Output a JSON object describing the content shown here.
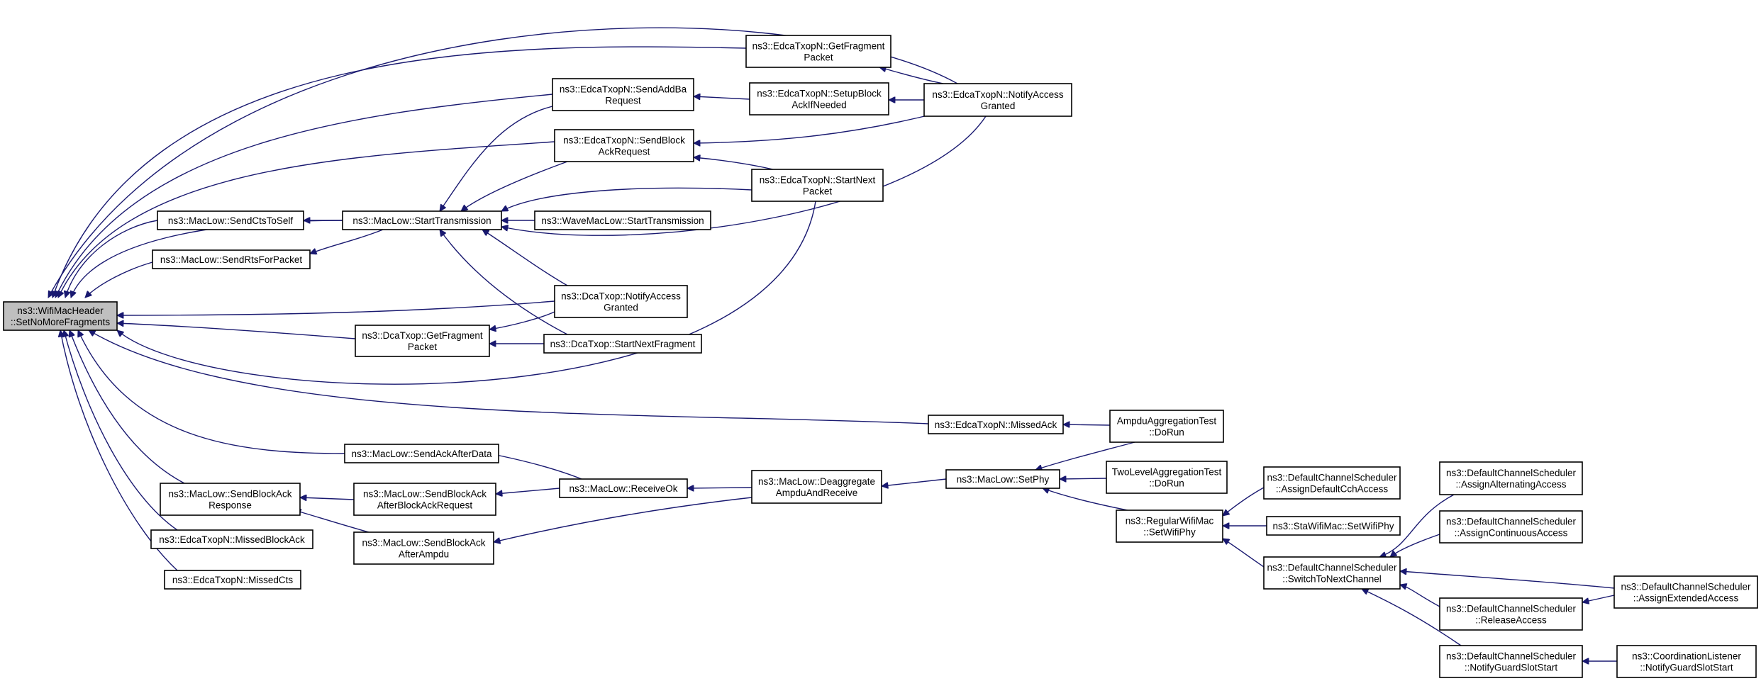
{
  "graph": {
    "kind": "doxygen caller graph",
    "root": "n0",
    "edge_color": "#191970",
    "root_fill": "#bfbfbf",
    "nodes": {
      "n0": [
        "ns3::WifiMacHeader",
        "::SetNoMoreFragments"
      ],
      "n1": [
        "ns3::MacLow::SendCtsToSelf"
      ],
      "n2": [
        "ns3::MacLow::SendRtsForPacket"
      ],
      "n3": [
        "ns3::MacLow::StartTransmission"
      ],
      "n4": [
        "ns3::EdcaTxopN::SendAddBa",
        "Request"
      ],
      "n5": [
        "ns3::EdcaTxopN::SendBlock",
        "AckRequest"
      ],
      "n6": [
        "ns3::EdcaTxopN::GetFragment",
        "Packet"
      ],
      "n7": [
        "ns3::EdcaTxopN::SetupBlock",
        "AckIfNeeded"
      ],
      "n8": [
        "ns3::EdcaTxopN::NotifyAccess",
        "Granted"
      ],
      "n9": [
        "ns3::EdcaTxopN::StartNext",
        "Packet"
      ],
      "n10": [
        "ns3::WaveMacLow::StartTransmission"
      ],
      "n11": [
        "ns3::DcaTxop::NotifyAccess",
        "Granted"
      ],
      "n12": [
        "ns3::DcaTxop::GetFragment",
        "Packet"
      ],
      "n13": [
        "ns3::DcaTxop::StartNextFragment"
      ],
      "n14": [
        "ns3::EdcaTxopN::MissedAck"
      ],
      "n15": [
        "AmpduAggregationTest",
        "::DoRun"
      ],
      "n16": [
        "ns3::MacLow::SendAckAfterData"
      ],
      "n17": [
        "ns3::MacLow::SendBlockAck",
        "Response"
      ],
      "n18": [
        "ns3::MacLow::SendBlockAck",
        "AfterBlockAckRequest"
      ],
      "n19": [
        "ns3::MacLow::SendBlockAck",
        "AfterAmpdu"
      ],
      "n20": [
        "ns3::EdcaTxopN::MissedBlockAck"
      ],
      "n21": [
        "ns3::EdcaTxopN::MissedCts"
      ],
      "n22": [
        "ns3::MacLow::ReceiveOk"
      ],
      "n23": [
        "ns3::MacLow::Deaggregate",
        "AmpduAndReceive"
      ],
      "n24": [
        "ns3::MacLow::SetPhy"
      ],
      "n25": [
        "TwoLevelAggregationTest",
        "::DoRun"
      ],
      "n26": [
        "ns3::RegularWifiMac",
        "::SetWifiPhy"
      ],
      "n27": [
        "ns3::DefaultChannelScheduler",
        "::AssignDefaultCchAccess"
      ],
      "n28": [
        "ns3::StaWifiMac::SetWifiPhy"
      ],
      "n29": [
        "ns3::DefaultChannelScheduler",
        "::SwitchToNextChannel"
      ],
      "n30": [
        "ns3::DefaultChannelScheduler",
        "::AssignAlternatingAccess"
      ],
      "n31": [
        "ns3::DefaultChannelScheduler",
        "::AssignContinuousAccess"
      ],
      "n32": [
        "ns3::DefaultChannelScheduler",
        "::ReleaseAccess"
      ],
      "n33": [
        "ns3::DefaultChannelScheduler",
        "::NotifyGuardSlotStart"
      ],
      "n34": [
        "ns3::DefaultChannelScheduler",
        "::AssignExtendedAccess"
      ],
      "n35": [
        "ns3::CoordinationListener",
        "::NotifyGuardSlotStart"
      ]
    },
    "edges": [
      [
        "n1",
        "n0"
      ],
      [
        "n2",
        "n0"
      ],
      [
        "n4",
        "n0"
      ],
      [
        "n5",
        "n0"
      ],
      [
        "n6",
        "n0"
      ],
      [
        "n8",
        "n0"
      ],
      [
        "n9",
        "n0"
      ],
      [
        "n11",
        "n0"
      ],
      [
        "n12",
        "n0"
      ],
      [
        "n14",
        "n0"
      ],
      [
        "n16",
        "n0"
      ],
      [
        "n17",
        "n0"
      ],
      [
        "n20",
        "n0"
      ],
      [
        "n21",
        "n0"
      ],
      [
        "n3",
        "n0"
      ],
      [
        "n3",
        "n1"
      ],
      [
        "n3",
        "n2"
      ],
      [
        "n4",
        "n3"
      ],
      [
        "n5",
        "n3"
      ],
      [
        "n9",
        "n3"
      ],
      [
        "n10",
        "n3"
      ],
      [
        "n11",
        "n3"
      ],
      [
        "n13",
        "n3"
      ],
      [
        "n8",
        "n3"
      ],
      [
        "n7",
        "n4"
      ],
      [
        "n8",
        "n5"
      ],
      [
        "n9",
        "n5"
      ],
      [
        "n8",
        "n6"
      ],
      [
        "n8",
        "n7"
      ],
      [
        "n11",
        "n12"
      ],
      [
        "n13",
        "n12"
      ],
      [
        "n15",
        "n14"
      ],
      [
        "n22",
        "n16"
      ],
      [
        "n18",
        "n17"
      ],
      [
        "n19",
        "n17"
      ],
      [
        "n22",
        "n18"
      ],
      [
        "n23",
        "n19"
      ],
      [
        "n23",
        "n22"
      ],
      [
        "n24",
        "n23"
      ],
      [
        "n15",
        "n24"
      ],
      [
        "n25",
        "n24"
      ],
      [
        "n26",
        "n24"
      ],
      [
        "n27",
        "n26"
      ],
      [
        "n28",
        "n26"
      ],
      [
        "n29",
        "n26"
      ],
      [
        "n30",
        "n29"
      ],
      [
        "n31",
        "n29"
      ],
      [
        "n32",
        "n29"
      ],
      [
        "n33",
        "n29"
      ],
      [
        "n34",
        "n29"
      ],
      [
        "n34",
        "n32"
      ],
      [
        "n35",
        "n33"
      ]
    ]
  }
}
